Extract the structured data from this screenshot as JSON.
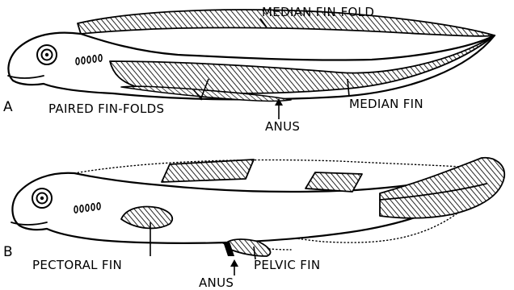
{
  "panels": [
    {
      "letter": "A",
      "labels": {
        "median_fin_fold": "MEDIAN FIN-FOLD",
        "paired_fin_folds": "PAIRED FIN-FOLDS",
        "median_fin": "MEDIAN FIN",
        "anus": "ANUS"
      }
    },
    {
      "letter": "B",
      "labels": {
        "pectoral_fin": "PECTORAL FIN",
        "pelvic_fin": "PELVIC FIN",
        "anus": "ANUS"
      }
    }
  ]
}
